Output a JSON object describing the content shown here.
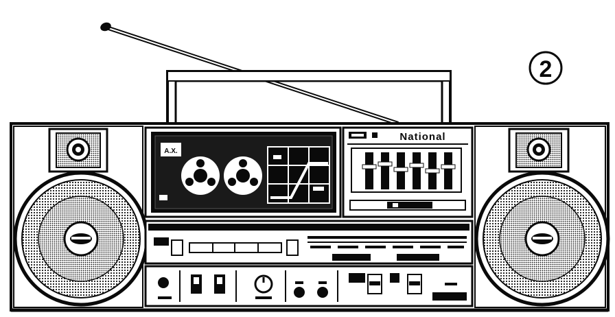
{
  "figure": {
    "number": "2",
    "brand": "National",
    "display_badge": "A.X."
  },
  "colors": {
    "ink": "#0a0a0a",
    "paper": "#ffffff",
    "panel": "#1a1a1a",
    "halftone": "#9a9a9a"
  }
}
